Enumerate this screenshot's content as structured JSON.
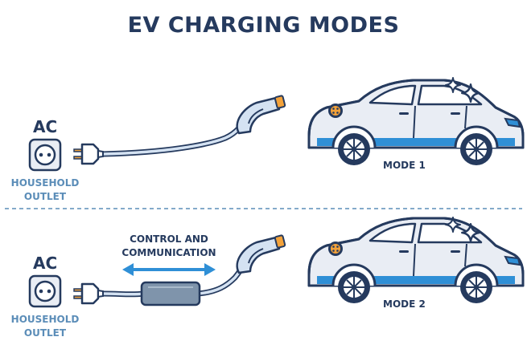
{
  "title": "EV CHARGING MODES",
  "colors": {
    "navy": "#253a5e",
    "accent_blue": "#2f8fd6",
    "label_blue": "#5b8db8",
    "cable": "#d4e2f2",
    "car_body": "#e9edf4",
    "plug_orange": "#f3a23a",
    "control_box": "#7f94ab"
  },
  "mode1": {
    "source": "AC",
    "outlet_label_line1": "HOUSEHOLD",
    "outlet_label_line2": "OUTLET",
    "mode_label": "MODE 1"
  },
  "mode2": {
    "source": "AC",
    "outlet_label_line1": "HOUSEHOLD",
    "outlet_label_line2": "OUTLET",
    "control_line1": "CONTROL AND",
    "control_line2": "COMMUNICATION",
    "mode_label": "MODE 2"
  },
  "icons": [
    "socket-icon",
    "plug-icon",
    "ev-connector-icon",
    "electric-car-icon",
    "sparkle-icon",
    "double-arrow-icon",
    "control-box-icon"
  ]
}
